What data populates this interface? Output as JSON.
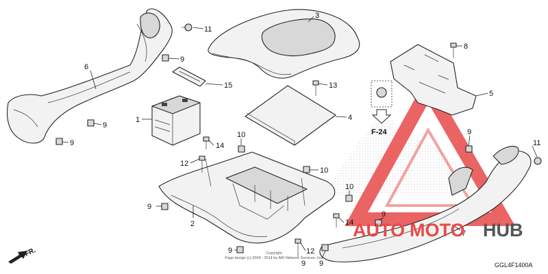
{
  "diagram": {
    "labels": {
      "l1": "1",
      "l2": "2",
      "l3": "3",
      "l4": "4",
      "l5": "5",
      "l6": "6",
      "l7": "7",
      "l8": "8",
      "l9a": "9",
      "l9b": "9",
      "l9c": "9",
      "l9d": "9",
      "l9e": "9",
      "l9f": "9",
      "l9g": "9",
      "l9h": "9",
      "l9i": "9",
      "l10a": "10",
      "l10b": "10",
      "l10c": "10",
      "l11a": "11",
      "l11b": "11",
      "l12a": "12",
      "l12b": "12",
      "l13": "13",
      "l14a": "14",
      "l14b": "14",
      "l15": "15"
    },
    "ref_view": "F-24",
    "front_arrow": "FR.",
    "copyright_line1": "Copyright",
    "copyright_line2": "Page design (c) 2004 - 2014 by ARI Network Services, Inc.",
    "diagram_code": "GGL4F1400A"
  },
  "watermark": {
    "text_a": "AUTO",
    "text_b": "MOTO",
    "text_c": "HUB",
    "colors": {
      "red": "#e84a4a",
      "gray": "#555555"
    }
  }
}
